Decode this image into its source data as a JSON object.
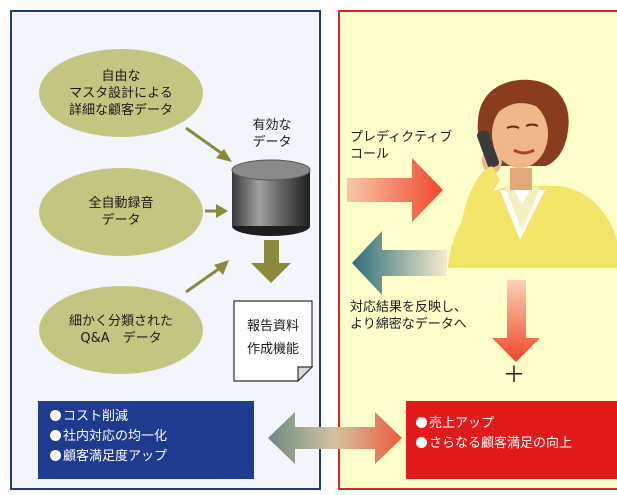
{
  "left": {
    "oval_top": [
      "自由な",
      "マスタ設計による",
      "詳細な顧客データ"
    ],
    "oval_mid": [
      "全自動録音",
      "データ"
    ],
    "oval_bottom": [
      "細かく分類された",
      "Q&A　データ"
    ],
    "db_label": [
      "有効な",
      "データ"
    ],
    "report": [
      "報告資料",
      "作成機能"
    ]
  },
  "right": {
    "call_label": [
      "プレディクティブ",
      "コール"
    ],
    "feedback_label": [
      "対応結果を反映し、",
      "より綿密なデータへ"
    ],
    "plus": "＋"
  },
  "box_left": [
    "コスト削減",
    "社内対応の均一化",
    "顧客満足度アップ"
  ],
  "box_right": [
    "売上アップ",
    "さらなる顧客満足の向上"
  ],
  "colors": {
    "left_border": "#1e3a8a",
    "right_border": "#dc2626",
    "oval": "#c5c582",
    "box_blue": "#1f3b8f",
    "box_red": "#e31a1a",
    "arrow_olive": "#8a8a3c",
    "arrow_orange": "#f05a3a",
    "arrow_teal": "#2f6d7a"
  }
}
